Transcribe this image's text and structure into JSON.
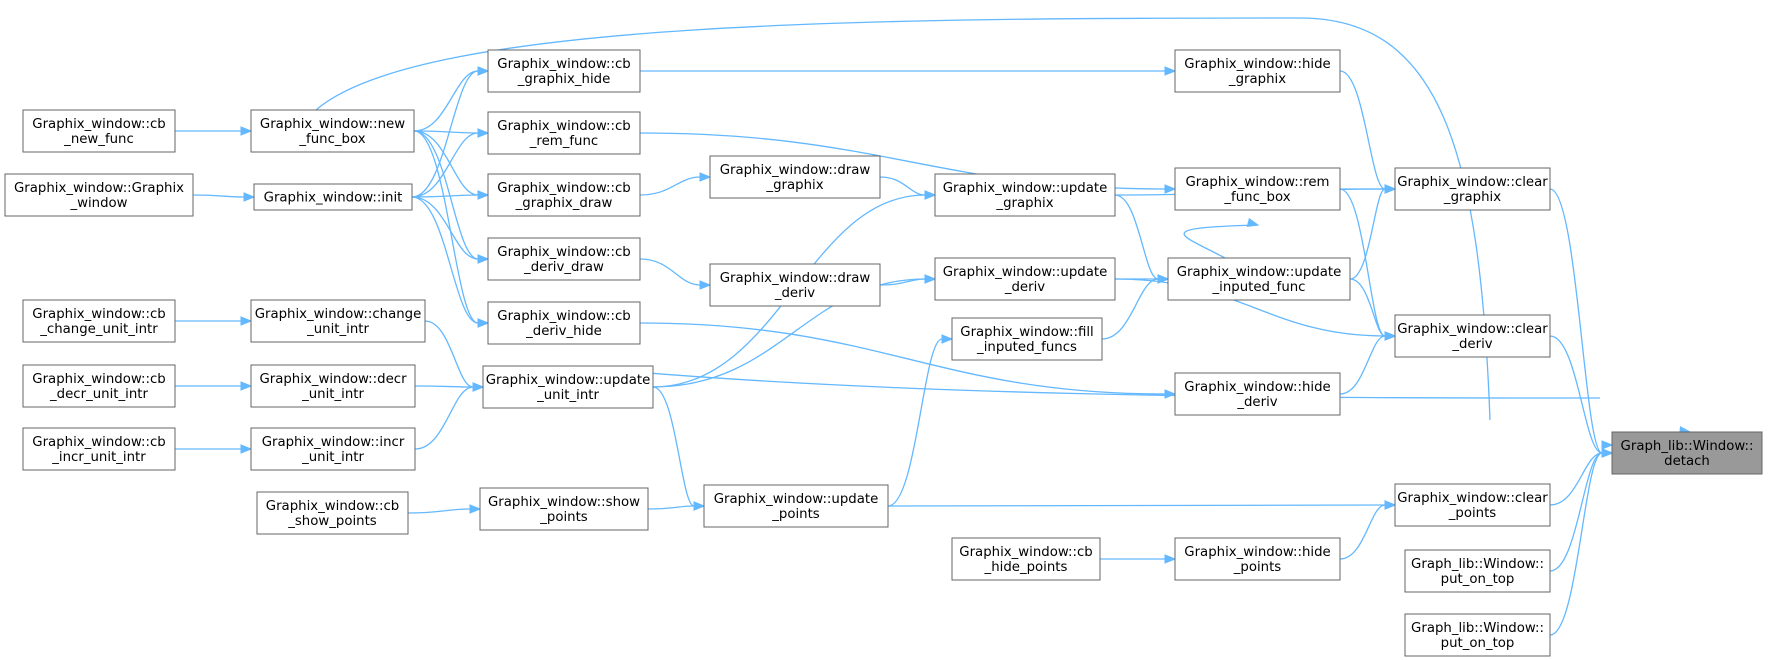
{
  "colors": {
    "edge": "#63b8ff",
    "node_border": "#666666",
    "root_fill": "#999999"
  },
  "nodes": [
    {
      "id": "detach",
      "lines": [
        "Graph_lib::Window::",
        "detach"
      ],
      "root": true
    },
    {
      "id": "clear_graphix",
      "lines": [
        "Graphix_window::clear",
        "_graphix"
      ]
    },
    {
      "id": "clear_deriv",
      "lines": [
        "Graphix_window::clear",
        "_deriv"
      ]
    },
    {
      "id": "clear_points",
      "lines": [
        "Graphix_window::clear",
        "_points"
      ]
    },
    {
      "id": "put_on_top_1",
      "lines": [
        "Graph_lib::Window::",
        "put_on_top"
      ]
    },
    {
      "id": "put_on_top_2",
      "lines": [
        "Graph_lib::Window::",
        "put_on_top"
      ]
    },
    {
      "id": "hide_graphix",
      "lines": [
        "Graphix_window::hide",
        "_graphix"
      ]
    },
    {
      "id": "rem_func_box",
      "lines": [
        "Graphix_window::rem",
        "_func_box"
      ]
    },
    {
      "id": "update_inputed_func",
      "lines": [
        "Graphix_window::update",
        "_inputed_func"
      ]
    },
    {
      "id": "hide_deriv",
      "lines": [
        "Graphix_window::hide",
        "_deriv"
      ]
    },
    {
      "id": "hide_points",
      "lines": [
        "Graphix_window::hide",
        "_points"
      ]
    },
    {
      "id": "update_graphix",
      "lines": [
        "Graphix_window::update",
        "_graphix"
      ]
    },
    {
      "id": "update_deriv",
      "lines": [
        "Graphix_window::update",
        "_deriv"
      ]
    },
    {
      "id": "fill_inputed_funcs",
      "lines": [
        "Graphix_window::fill",
        "_inputed_funcs"
      ]
    },
    {
      "id": "cb_hide_points",
      "lines": [
        "Graphix_window::cb",
        "_hide_points"
      ]
    },
    {
      "id": "draw_graphix",
      "lines": [
        "Graphix_window::draw",
        "_graphix"
      ]
    },
    {
      "id": "draw_deriv",
      "lines": [
        "Graphix_window::draw",
        "_deriv"
      ]
    },
    {
      "id": "update_points",
      "lines": [
        "Graphix_window::update",
        "_points"
      ]
    },
    {
      "id": "cb_graphix_hide",
      "lines": [
        "Graphix_window::cb",
        "_graphix_hide"
      ]
    },
    {
      "id": "cb_rem_func",
      "lines": [
        "Graphix_window::cb",
        "_rem_func"
      ]
    },
    {
      "id": "cb_graphix_draw",
      "lines": [
        "Graphix_window::cb",
        "_graphix_draw"
      ]
    },
    {
      "id": "cb_deriv_draw",
      "lines": [
        "Graphix_window::cb",
        "_deriv_draw"
      ]
    },
    {
      "id": "cb_deriv_hide",
      "lines": [
        "Graphix_window::cb",
        "_deriv_hide"
      ]
    },
    {
      "id": "update_unit_intr",
      "lines": [
        "Graphix_window::update",
        "_unit_intr"
      ]
    },
    {
      "id": "show_points",
      "lines": [
        "Graphix_window::show",
        "_points"
      ]
    },
    {
      "id": "new_func_box",
      "lines": [
        "Graphix_window::new",
        "_func_box"
      ]
    },
    {
      "id": "init",
      "lines": [
        "Graphix_window::init"
      ]
    },
    {
      "id": "change_unit_intr",
      "lines": [
        "Graphix_window::change",
        "_unit_intr"
      ]
    },
    {
      "id": "decr_unit_intr",
      "lines": [
        "Graphix_window::decr",
        "_unit_intr"
      ]
    },
    {
      "id": "incr_unit_intr",
      "lines": [
        "Graphix_window::incr",
        "_unit_intr"
      ]
    },
    {
      "id": "cb_show_points",
      "lines": [
        "Graphix_window::cb",
        "_show_points"
      ]
    },
    {
      "id": "cb_new_func",
      "lines": [
        "Graphix_window::cb",
        "_new_func"
      ]
    },
    {
      "id": "graphix_window",
      "lines": [
        "Graphix_window::Graphix",
        "_window"
      ]
    },
    {
      "id": "cb_change_unit_intr",
      "lines": [
        "Graphix_window::cb",
        "_change_unit_intr"
      ]
    },
    {
      "id": "cb_decr_unit_intr",
      "lines": [
        "Graphix_window::cb",
        "_decr_unit_intr"
      ]
    },
    {
      "id": "cb_incr_unit_intr",
      "lines": [
        "Graphix_window::cb",
        "_incr_unit_intr"
      ]
    }
  ],
  "edges": [
    [
      "clear_graphix",
      "detach"
    ],
    [
      "clear_deriv",
      "detach"
    ],
    [
      "clear_points",
      "detach"
    ],
    [
      "put_on_top_1",
      "detach"
    ],
    [
      "put_on_top_2",
      "detach"
    ],
    [
      "new_func_box",
      "detach"
    ],
    [
      "update_unit_intr",
      "detach"
    ],
    [
      "hide_graphix",
      "clear_graphix"
    ],
    [
      "rem_func_box",
      "clear_graphix"
    ],
    [
      "update_inputed_func",
      "clear_graphix"
    ],
    [
      "update_graphix",
      "clear_graphix"
    ],
    [
      "rem_func_box",
      "clear_deriv"
    ],
    [
      "update_inputed_func",
      "clear_deriv"
    ],
    [
      "hide_deriv",
      "clear_deriv"
    ],
    [
      "update_deriv",
      "clear_deriv"
    ],
    [
      "update_points",
      "clear_points"
    ],
    [
      "hide_points",
      "clear_points"
    ],
    [
      "update_graphix",
      "update_inputed_func"
    ],
    [
      "update_deriv",
      "update_inputed_func"
    ],
    [
      "fill_inputed_funcs",
      "update_inputed_func"
    ],
    [
      "update_inputed_func",
      "update_inputed_func"
    ],
    [
      "draw_graphix",
      "update_graphix"
    ],
    [
      "update_unit_intr",
      "update_graphix"
    ],
    [
      "draw_deriv",
      "update_deriv"
    ],
    [
      "update_unit_intr",
      "update_deriv"
    ],
    [
      "update_points",
      "fill_inputed_funcs"
    ],
    [
      "cb_graphix_hide",
      "hide_graphix"
    ],
    [
      "cb_rem_func",
      "rem_func_box"
    ],
    [
      "cb_deriv_hide",
      "hide_deriv"
    ],
    [
      "cb_hide_points",
      "hide_points"
    ],
    [
      "cb_graphix_draw",
      "draw_graphix"
    ],
    [
      "cb_deriv_draw",
      "draw_deriv"
    ],
    [
      "update_unit_intr",
      "update_points"
    ],
    [
      "show_points",
      "update_points"
    ],
    [
      "new_func_box",
      "cb_graphix_hide"
    ],
    [
      "new_func_box",
      "cb_rem_func"
    ],
    [
      "new_func_box",
      "cb_graphix_draw"
    ],
    [
      "new_func_box",
      "cb_deriv_draw"
    ],
    [
      "new_func_box",
      "cb_deriv_hide"
    ],
    [
      "init",
      "cb_graphix_hide"
    ],
    [
      "init",
      "cb_rem_func"
    ],
    [
      "init",
      "cb_graphix_draw"
    ],
    [
      "init",
      "cb_deriv_draw"
    ],
    [
      "init",
      "cb_deriv_hide"
    ],
    [
      "change_unit_intr",
      "update_unit_intr"
    ],
    [
      "decr_unit_intr",
      "update_unit_intr"
    ],
    [
      "incr_unit_intr",
      "update_unit_intr"
    ],
    [
      "cb_new_func",
      "new_func_box"
    ],
    [
      "graphix_window",
      "init"
    ],
    [
      "cb_change_unit_intr",
      "change_unit_intr"
    ],
    [
      "cb_decr_unit_intr",
      "decr_unit_intr"
    ],
    [
      "cb_incr_unit_intr",
      "incr_unit_intr"
    ],
    [
      "cb_show_points",
      "show_points"
    ]
  ]
}
